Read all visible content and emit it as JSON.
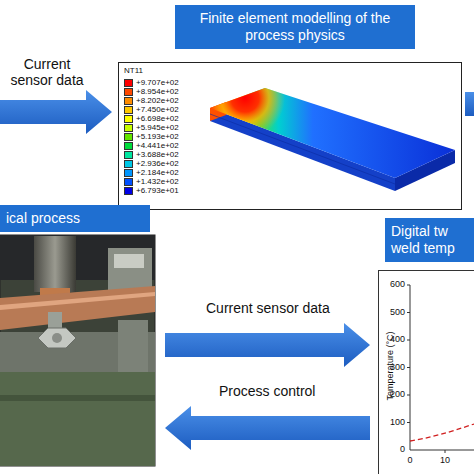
{
  "diagram": {
    "nodes": [
      {
        "text": [
          "Finite element modelling of the process physics"
        ]
      },
      {
        "text": [
          "ical process"
        ]
      },
      {
        "text": [
          "Digital tw weld temp"
        ]
      }
    ],
    "edges": [
      {
        "from": 1,
        "to": 2,
        "arrow": "to",
        "label": "Current sensor data"
      },
      {
        "from": 2,
        "to": 1,
        "arrow": "to",
        "label": "Process control"
      }
    ],
    "labels": [
      "Current sensor data",
      "NT11",
      "600",
      "500",
      "400",
      "300",
      "200",
      "100",
      "0",
      "0",
      "10",
      "Temperature (°C)"
    ],
    "legend": [
      {
        "text": "+9.707e+02",
        "color": "#ff0000"
      },
      {
        "text": "+8.954e+02",
        "color": "#ff4800"
      },
      {
        "text": "+8.202e+02",
        "color": "#ff8c00"
      },
      {
        "text": "+7.450e+02",
        "color": "#ffc800"
      },
      {
        "text": "+6.698e+02",
        "color": "#ffff00"
      },
      {
        "text": "+5.945e+02",
        "color": "#c8ff00"
      },
      {
        "text": "+5.193e+02",
        "color": "#64e600"
      },
      {
        "text": "+4.441e+02",
        "color": "#00dc3c"
      },
      {
        "text": "+3.688e+02",
        "color": "#00e6a0"
      },
      {
        "text": "+2.936e+02",
        "color": "#00c8e6"
      },
      {
        "text": "+2.184e+02",
        "color": "#0096ff"
      },
      {
        "text": "+1.432e+02",
        "color": "#0050ff"
      },
      {
        "text": "+6.793e+01",
        "color": "#0000e6"
      }
    ]
  }
}
